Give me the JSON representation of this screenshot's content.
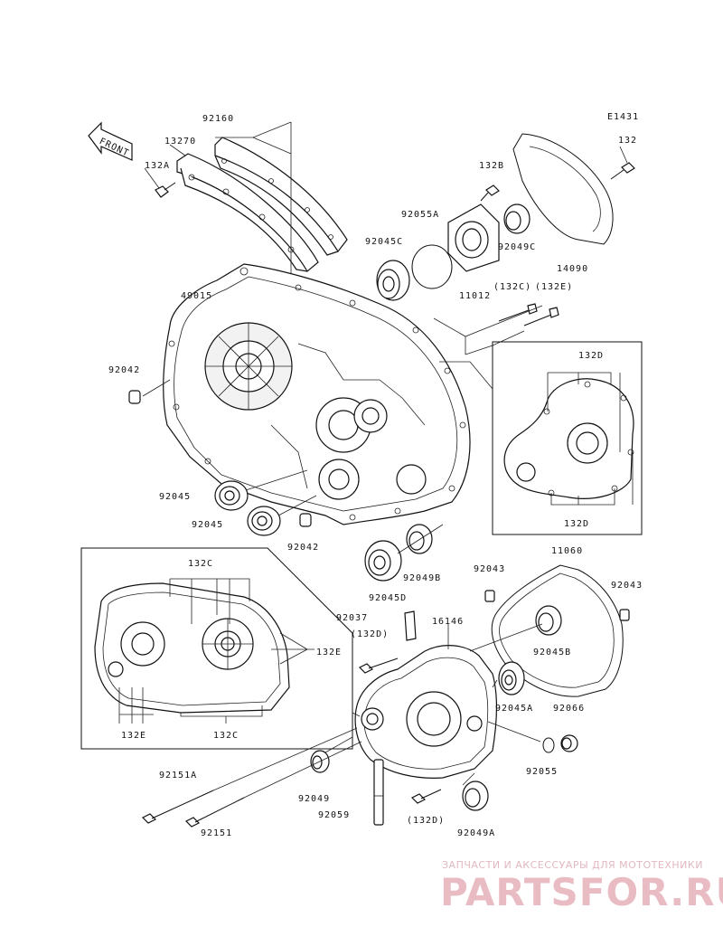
{
  "diagram_code": "E1431",
  "front_arrow_label": "FRONT",
  "part_labels": {
    "p92160": "92160",
    "p13270": "13270",
    "p132A": "132A",
    "p132_top": "132",
    "p132B": "132B",
    "p92055A": "92055A",
    "p92045C": "92045C",
    "p92049C": "92049C",
    "p14090": "14090",
    "p49015": "49015",
    "p11012": "11012",
    "p132C_paren": "(132C)",
    "p132E_paren": "(132E)",
    "p92042_a": "92042",
    "p132D_a": "132D",
    "p132D_b": "132D",
    "p92045_a": "92045",
    "p92045_b": "92045",
    "p92042_b": "92042",
    "p92049B": "92049B",
    "p92045D": "92045D",
    "p132C_a": "132C",
    "p132E_a": "132E",
    "p132E_b": "132E",
    "p132C_b": "132C",
    "p92043_a": "92043",
    "p11060": "11060",
    "p92043_b": "92043",
    "p92037": "92037",
    "p132D_paren_a": "(132D)",
    "p16146": "16146",
    "p92045B": "92045B",
    "p92045A": "92045A",
    "p92066": "92066",
    "p92055": "92055",
    "p92151A": "92151A",
    "p92049": "92049",
    "p92059": "92059",
    "p132D_paren_b": "(132D)",
    "p92049A": "92049A",
    "p92151": "92151"
  },
  "watermark": {
    "tagline": "ЗАПЧАСТИ И АКСЕССУАРЫ ДЛЯ МОТОТЕХНИКИ",
    "logo": "PARTSFOR.RU"
  },
  "colors": {
    "line": "#111111",
    "watermark": "#e9bcc4"
  }
}
